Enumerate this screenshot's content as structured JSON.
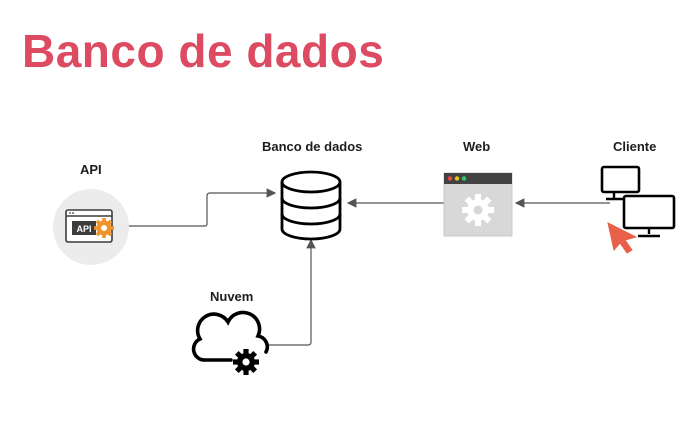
{
  "title": "Banco de dados",
  "nodes": {
    "api": {
      "label": "API",
      "icon_text": "API",
      "icon": "api-window-gear-icon"
    },
    "database": {
      "label": "Banco de dados",
      "icon": "database-icon"
    },
    "web": {
      "label": "Web",
      "icon": "browser-gear-icon"
    },
    "client": {
      "label": "Cliente",
      "icon": "monitors-icon"
    },
    "cloud": {
      "label": "Nuvem",
      "icon": "cloud-gear-icon"
    }
  },
  "colors": {
    "title": "#dc4b62",
    "accent_orange": "#f0932a",
    "cursor": "#e8604a",
    "line": "#555555"
  }
}
